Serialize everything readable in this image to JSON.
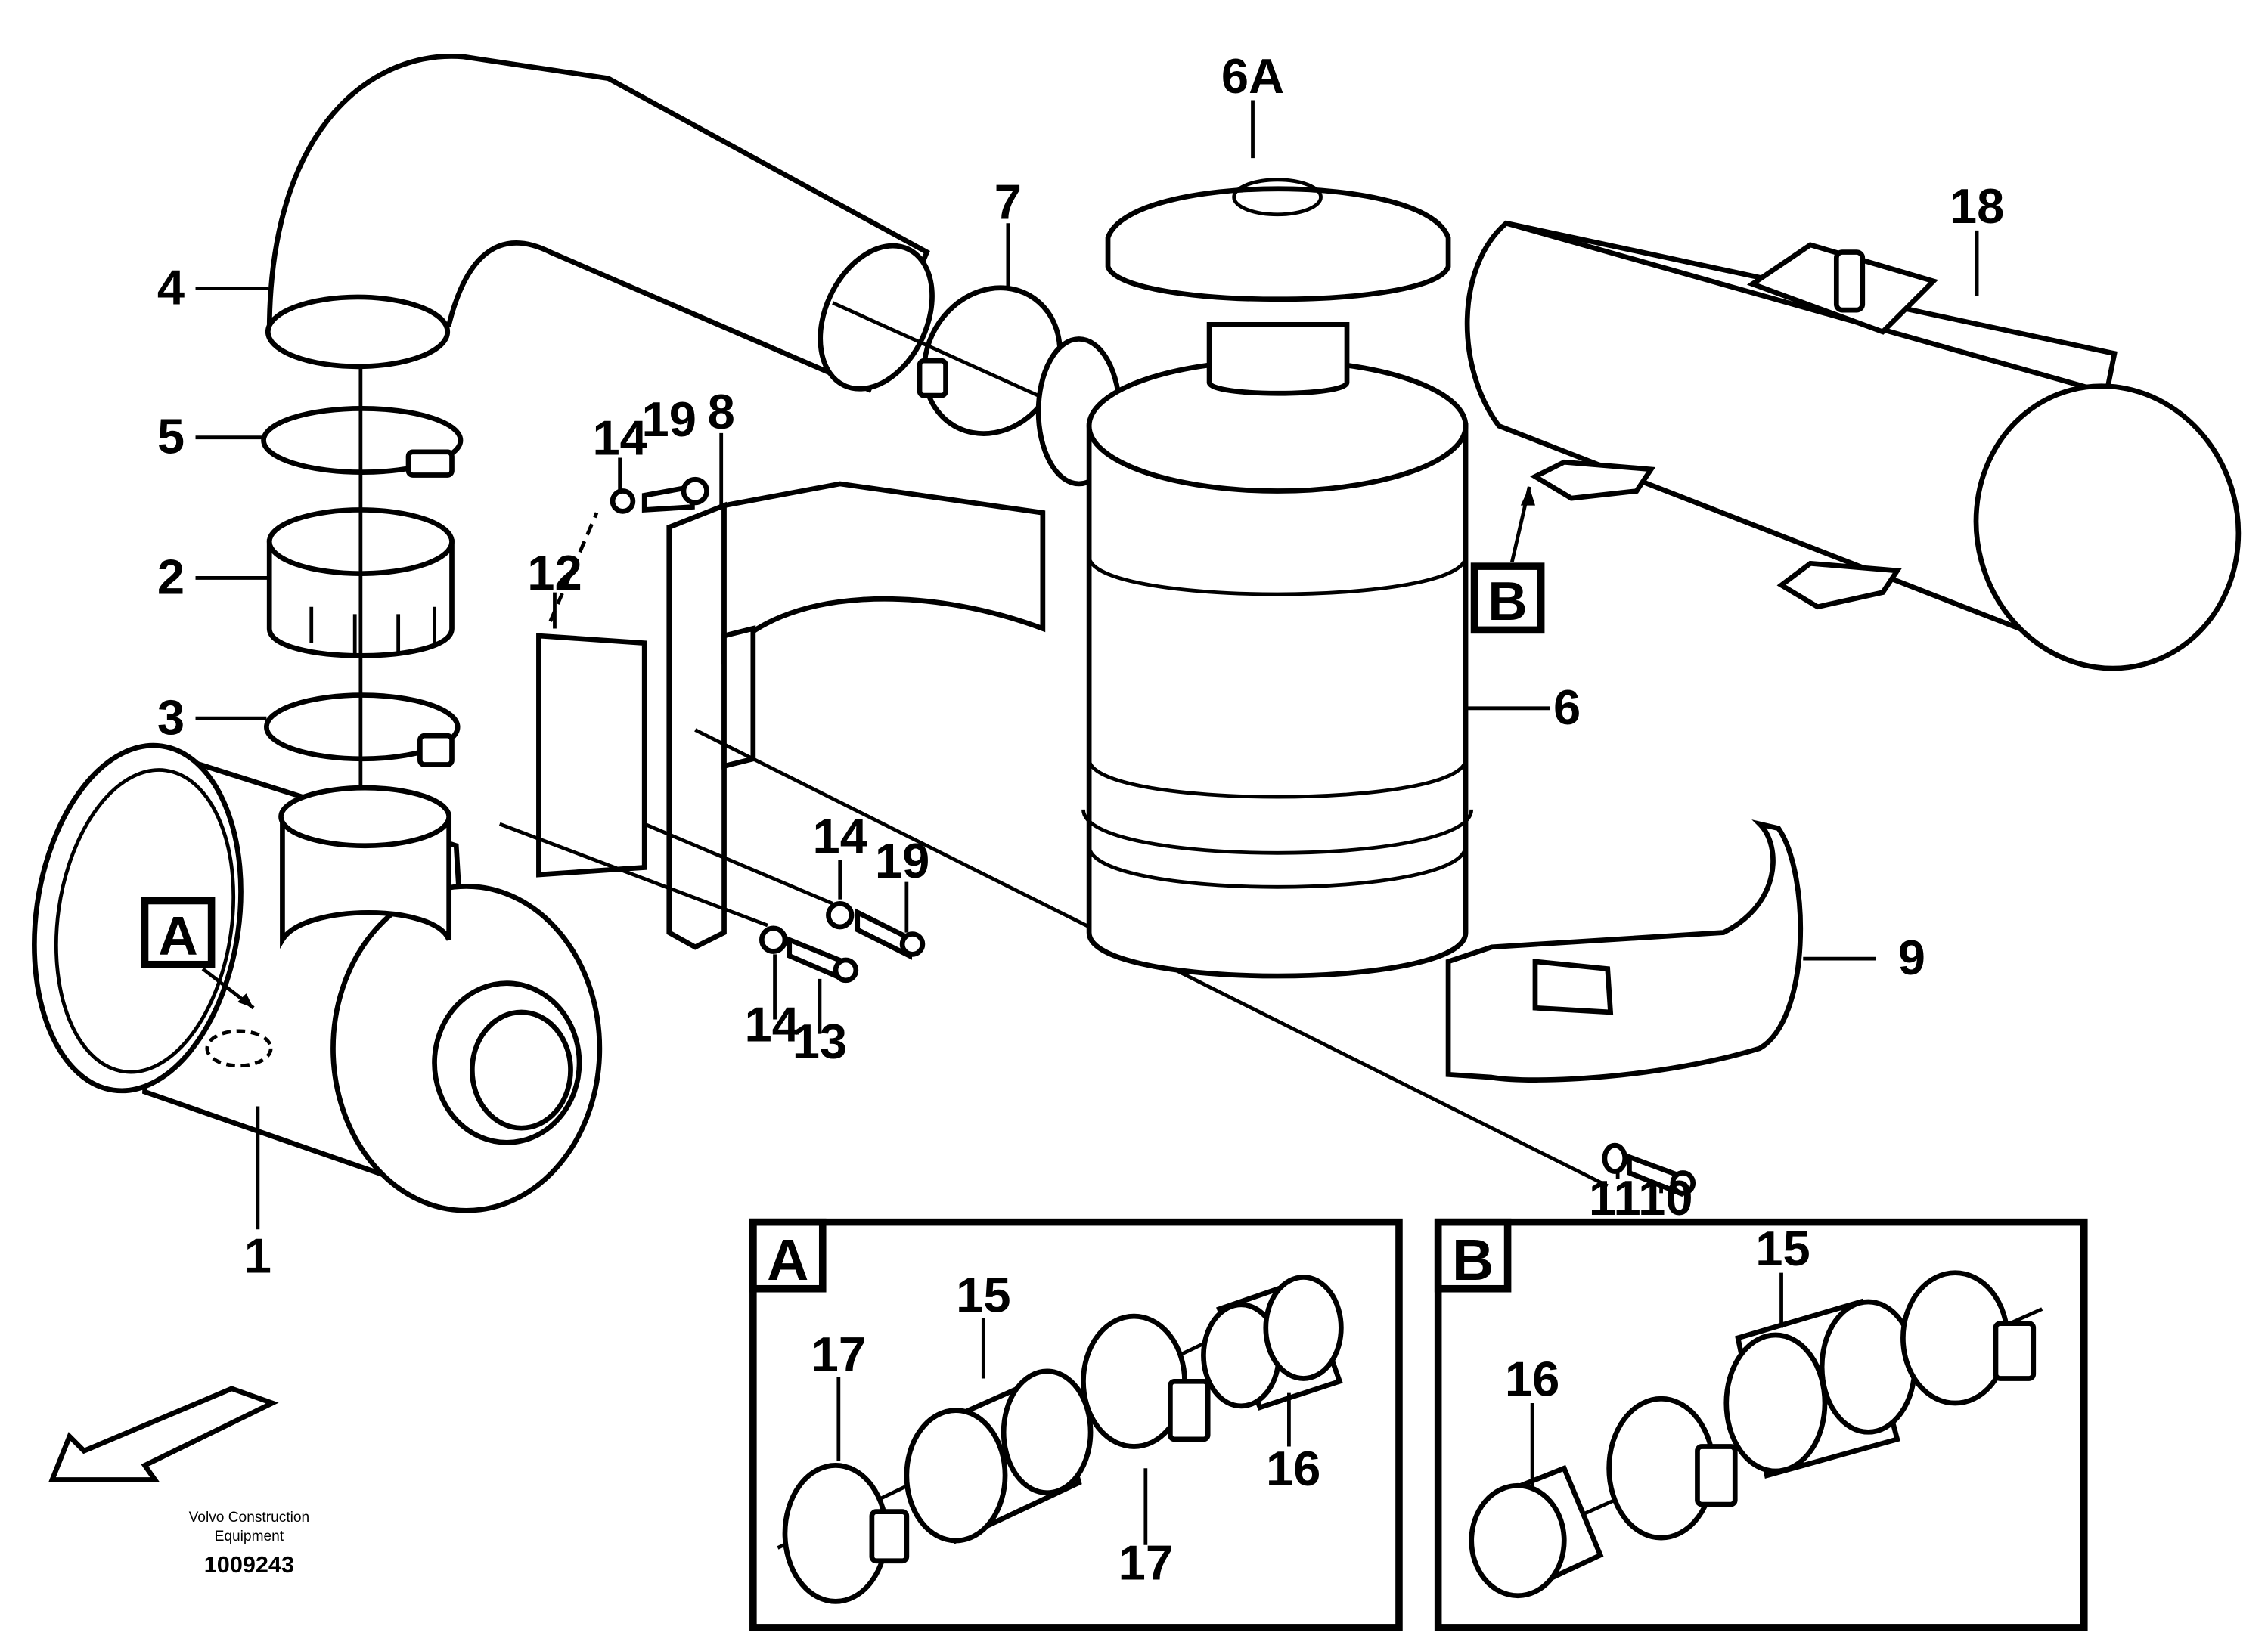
{
  "diagram": {
    "labels": {
      "p1": "1",
      "p2": "2",
      "p3": "3",
      "p4": "4",
      "p5": "5",
      "p6": "6",
      "p6a": "6A",
      "p7": "7",
      "p8": "8",
      "p9": "9",
      "p10": "10",
      "p11": "11",
      "p12": "12",
      "p13": "13",
      "p14a": "14",
      "p14b": "14",
      "p14c": "14",
      "p18": "18",
      "p19a": "19",
      "p19b": "19"
    },
    "callouts": {
      "a": "A",
      "b": "B"
    },
    "detail_a": {
      "letter": "A",
      "p15": "15",
      "p16": "16",
      "p17a": "17",
      "p17b": "17"
    },
    "detail_b": {
      "letter": "B",
      "p15": "15",
      "p16": "16"
    },
    "credit": {
      "line1": "Volvo Construction",
      "line2": "Equipment",
      "docid": "1009243"
    }
  }
}
